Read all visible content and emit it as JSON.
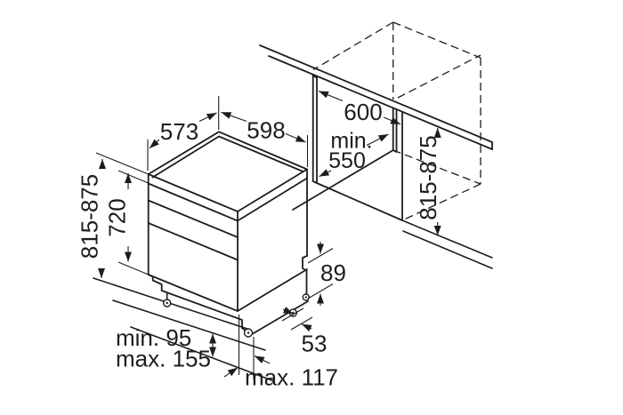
{
  "dims": {
    "depth_top": "573",
    "width_top": "598",
    "niche_width": "600",
    "niche_depth_min_1": "min.",
    "niche_depth_min_2": "550",
    "height_total_left": "815-875",
    "height_body": "720",
    "height_total_right": "815-875",
    "rear_base_height": "89",
    "rear_foot_offset": "53",
    "plinth_min": "min. 95",
    "plinth_max": "max. 155",
    "foot_recess_max": "max. 117"
  },
  "colors": {
    "line": "#1d1d1b",
    "text": "#1d1d1b",
    "background": "#ffffff"
  }
}
